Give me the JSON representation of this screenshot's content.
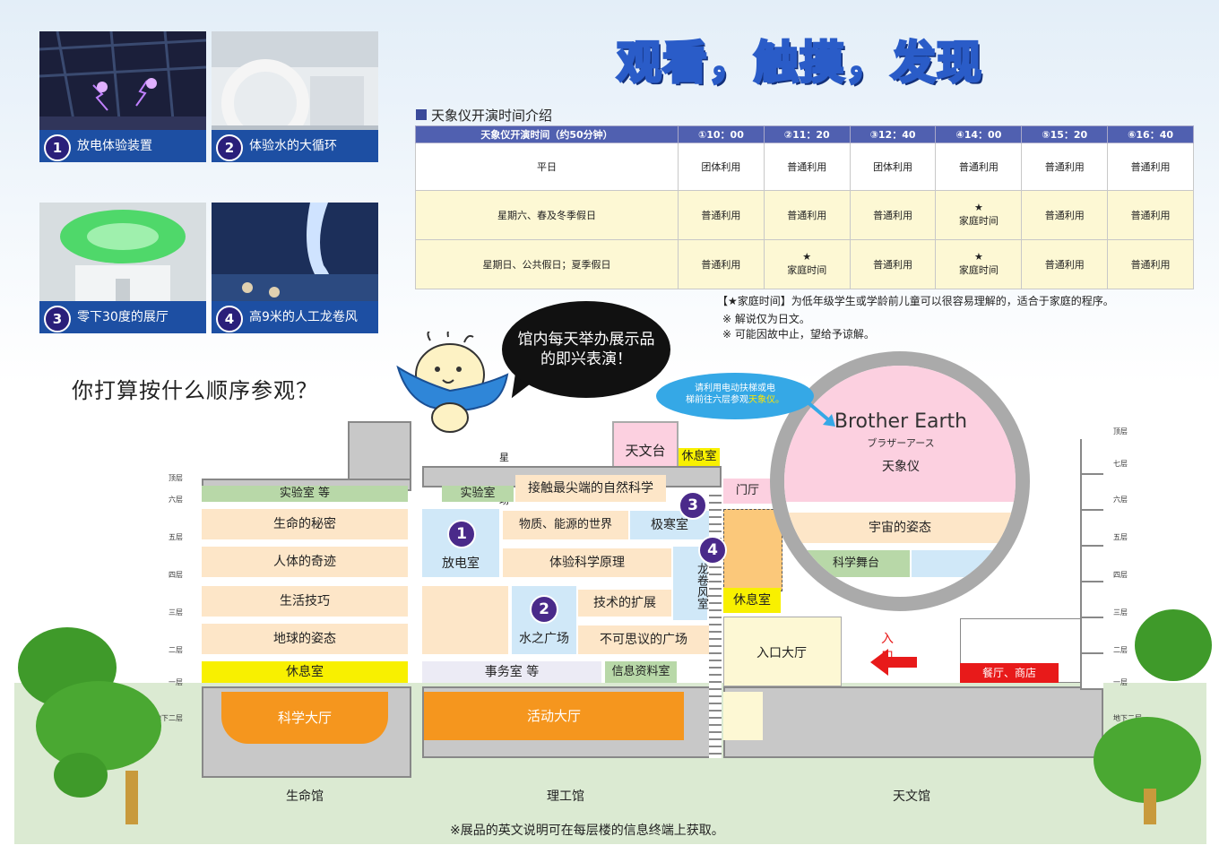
{
  "headline": "观看，触摸，发现",
  "photos": [
    {
      "num": "1",
      "caption": "放电体验装置"
    },
    {
      "num": "2",
      "caption": "体验水的大循环"
    },
    {
      "num": "3",
      "caption": "零下30度的展厅"
    },
    {
      "num": "4",
      "caption": "高9米的人工龙卷风"
    }
  ],
  "question": "你打算按什么顺序参观？",
  "bubble": {
    "line1": "馆内每天举办展示品",
    "line2": "的即兴表演！"
  },
  "schedule": {
    "title": "天象仪开演时间介绍",
    "header": [
      "天象仪开演时间（约50分钟）",
      "①10：00",
      "②11：20",
      "③12：40",
      "④14：00",
      "⑤15：20",
      "⑥16：40"
    ],
    "rows": [
      {
        "day": "平日",
        "cells": [
          {
            "text": "团体利用"
          },
          {
            "text": "普通利用"
          },
          {
            "text": "团体利用"
          },
          {
            "text": "普通利用"
          },
          {
            "text": "普通利用"
          },
          {
            "text": "普通利用"
          }
        ]
      },
      {
        "day": "星期六、春及冬季假日",
        "cells": [
          {
            "text": "普通利用"
          },
          {
            "text": "普通利用"
          },
          {
            "text": "普通利用"
          },
          {
            "star": "★",
            "text": "家庭时间"
          },
          {
            "text": "普通利用"
          },
          {
            "text": "普通利用"
          }
        ]
      },
      {
        "day": "星期日、公共假日；夏季假日",
        "cells": [
          {
            "text": "普通利用"
          },
          {
            "star": "★",
            "text": "家庭时间"
          },
          {
            "text": "普通利用"
          },
          {
            "star": "★",
            "text": "家庭时间"
          },
          {
            "text": "普通利用"
          },
          {
            "text": "普通利用"
          }
        ]
      }
    ],
    "notes": [
      "【★家庭时间】为低年级学生或学龄前儿童可以很容易理解的，适合于家庭的程序。",
      "※ 解说仅为日文。",
      "※ 可能因故中止，望给予谅解。"
    ]
  },
  "escalator_note": {
    "line1": "请利用电动扶梯或电",
    "line2a": "梯前往六层参观",
    "line2b": "天象仪。"
  },
  "brother_earth": {
    "name": "Brother Earth",
    "kana": "ブラザーアース",
    "sub": "天象仪"
  },
  "rooms": {
    "lab_life": "实验室 等",
    "secret_life": "生命的秘密",
    "body_wonder": "人体的奇迹",
    "life_skills": "生活技巧",
    "earth_form": "地球的姿态",
    "rest1": "休息室",
    "science_hall": "科学大厅",
    "star_plaza": "星之广场",
    "observatory": "天文台",
    "rest_top": "休息室",
    "lab2": "实验室",
    "frontier": "接触最尖端的自然科学",
    "matter": "物质、能源的世界",
    "cold_room": "极寒室",
    "discharge": "放电室",
    "exp_science": "体验科学原理",
    "tornado": "龙卷风室",
    "tech": "技术的扩展",
    "water_plaza": "水之广场",
    "wonder_plaza": "不可思议的广场",
    "office": "事务室 等",
    "info": "信息资料室",
    "event_hall": "活动大厅",
    "gate": "门厅",
    "rest3": "休息室",
    "entrance_hall": "入口大厅",
    "entrance": "入口",
    "universe": "宇宙的姿态",
    "stage": "科学舞台",
    "restaurant": "餐厅、商店"
  },
  "floors": {
    "roof": "顶层",
    "f7": "七层",
    "f6": "六层",
    "f5": "五层",
    "f4": "四层",
    "f3": "三层",
    "f2": "二层",
    "f1": "一层",
    "b2": "地下二层"
  },
  "buildings": {
    "life": "生命馆",
    "tech": "理工馆",
    "astro": "天文馆"
  },
  "footer": "※展品的英文说明可在每层楼的信息终端上获取。"
}
